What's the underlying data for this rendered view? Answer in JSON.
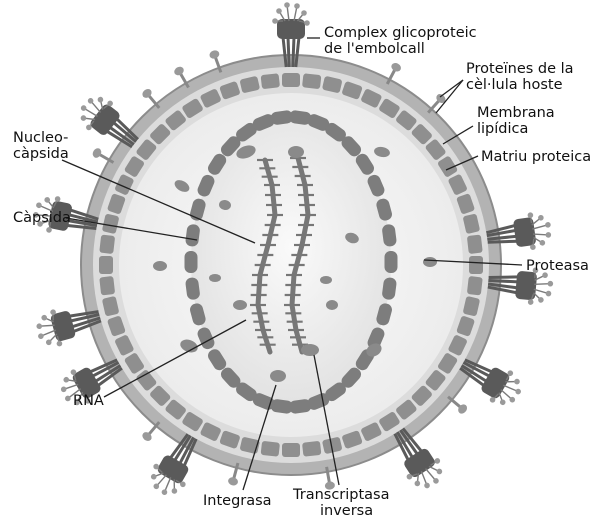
{
  "labels": {
    "envelope_glycoprotein": [
      "Complex glicoproteic",
      "de l'embolcall"
    ],
    "host_proteins": [
      "Proteïnes de la",
      "cèl·lula hoste"
    ],
    "lipid_membrane": [
      "Membrana",
      "lipídica"
    ],
    "protein_matrix": [
      "Matriu proteica"
    ],
    "nucleocapsid": [
      "Nucleo-",
      "càpsida"
    ],
    "capsid": [
      "Càpsida"
    ],
    "protease": [
      "Proteasa"
    ],
    "rna": [
      "RNA"
    ],
    "integrase": [
      "Integrasa"
    ],
    "reverse_transcriptase": [
      "Transcriptasa",
      "inversa"
    ]
  },
  "colors": {
    "membrane": "#b3b3b3",
    "membrane_edge": "#8c8c8c",
    "matrix_block": "#8f8f8f",
    "interior": "#f2f2f2",
    "capsid_segment": "#7d7d7d",
    "capsid_core": "#ebebeb",
    "rna": "#777777",
    "glycoprotein": "#5a5a5a",
    "text": "#111111"
  },
  "icons": {
    "glycoprotein": "envelope-glycoprotein-spike",
    "host_protein": "host-protein-lollipop"
  }
}
